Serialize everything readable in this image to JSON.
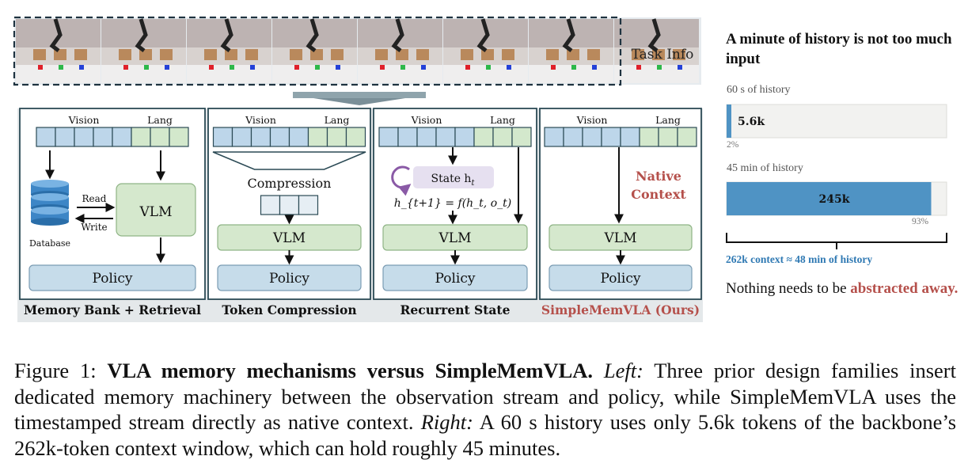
{
  "task_strip": {
    "label": "Task Info",
    "frames": 8
  },
  "panels": [
    {
      "id": "memory-bank",
      "title": "Memory Bank + Retrieval",
      "vision": "Vision",
      "lang": "Lang",
      "db_label": "Database",
      "read": "Read",
      "write": "Write",
      "vlm": "VLM",
      "policy": "Policy"
    },
    {
      "id": "token-compression",
      "title": "Token Compression",
      "vision": "Vision",
      "lang": "Lang",
      "compression": "Compression",
      "vlm": "VLM",
      "policy": "Policy"
    },
    {
      "id": "recurrent-state",
      "title": "Recurrent State",
      "vision": "Vision",
      "lang": "Lang",
      "state": "State h",
      "state_sub": "t",
      "equation": "h_{t+1} = f(h_t, o_t)",
      "vlm": "VLM",
      "policy": "Policy"
    },
    {
      "id": "simplememvla",
      "title": "SimpleMemVLA (Ours)",
      "vision": "Vision",
      "lang": "Lang",
      "native1": "Native",
      "native2": "Context",
      "vlm": "VLM",
      "policy": "Policy"
    }
  ],
  "right_panel": {
    "title": "A minute of history is not too much input",
    "bar1": {
      "label": "60 s of history",
      "value_text": "5.6k",
      "tokens": 5.6,
      "fraction": 0.02,
      "pct_text": "2%"
    },
    "bar2": {
      "label": "45 min of history",
      "value_text": "245k",
      "tokens": 245,
      "fraction": 0.93,
      "pct_text": "93%"
    },
    "context_text": "262k context ≈ 48 min of history",
    "message_plain": "Nothing needs to be ",
    "message_accent": "abstracted away."
  },
  "colors": {
    "panel_border": "#2b4a55",
    "vision_token": "#bdd6ea",
    "lang_token": "#d3e8cc",
    "vlm": "#d5e8cd",
    "policy": "#c6dcea",
    "accent_red": "#b5504b",
    "bar_blue": "#4f93c4",
    "state_box": "#e6e0f0",
    "state_arrow": "#8a5aa6",
    "track": "#f2f2f0",
    "ctx_blue": "#2f79b3"
  },
  "caption": {
    "fig": "Figure 1: ",
    "bold": "VLA memory mechanisms versus SimpleMemVLA.",
    "left_label": "Left:",
    "left_text": "Three prior design families insert dedicated memory machinery between the observation stream and policy, while SimpleMemVLA uses the timestamped stream directly as native context.",
    "right_label": "Right:",
    "right_text": "A 60 s history uses only 5.6k tokens of the backbone’s 262k-token context window, which can hold roughly 45 minutes."
  }
}
